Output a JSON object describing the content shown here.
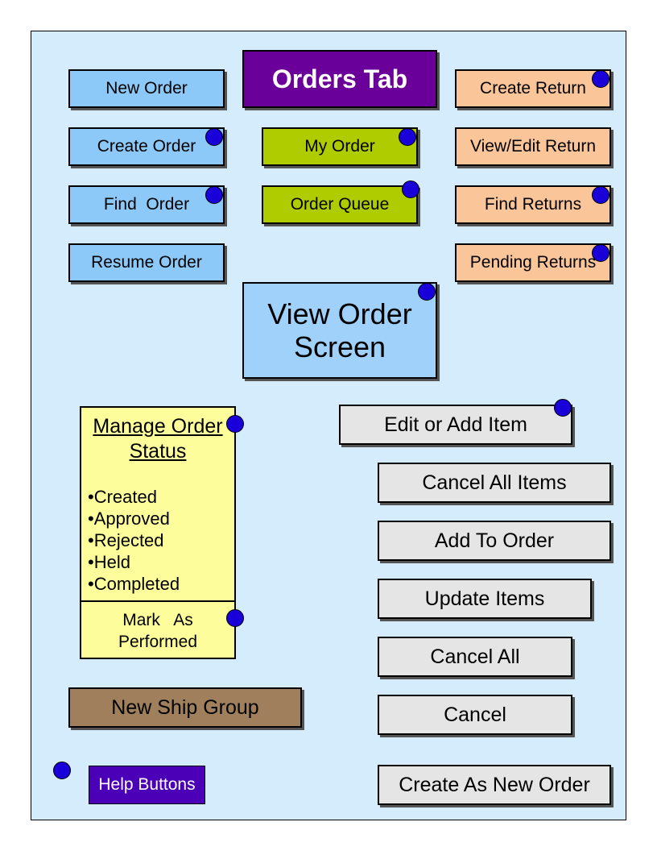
{
  "title": "Orders Tab",
  "left_buttons": [
    "New Order",
    "Create Order",
    "Find  Order",
    "Resume Order"
  ],
  "middle_buttons": [
    "My Order",
    "Order Queue"
  ],
  "right_buttons": [
    "Create Return",
    "View/Edit Return",
    "Find Returns",
    "Pending Returns"
  ],
  "view_order_screen": {
    "line1": "View Order",
    "line2": "Screen"
  },
  "manage_status": {
    "title_line1": "Manage Order",
    "title_line2": "Status",
    "items": [
      "Created",
      "Approved",
      "Rejected",
      "Held",
      "Completed"
    ],
    "mark_line1": "Mark   As",
    "mark_line2": "Performed"
  },
  "action_buttons": [
    "Edit or Add Item",
    "Cancel All Items",
    "Add To Order",
    "Update Items",
    "Cancel All",
    "Cancel",
    "Create As New Order"
  ],
  "new_ship_group": "New Ship Group",
  "help_buttons": "Help Buttons",
  "colors": {
    "background": "#d4ecfb",
    "blue_button": "#8cc9f8",
    "green_button": "#afcc00",
    "peach_button": "#fbc59a",
    "gray_button": "#e5e5e5",
    "title": "#6a0099",
    "status_box": "#fdfd9b",
    "ship_group": "#a0805c",
    "help_dot": "#1a00d8"
  },
  "help_dot_icon": "help-dot-icon"
}
